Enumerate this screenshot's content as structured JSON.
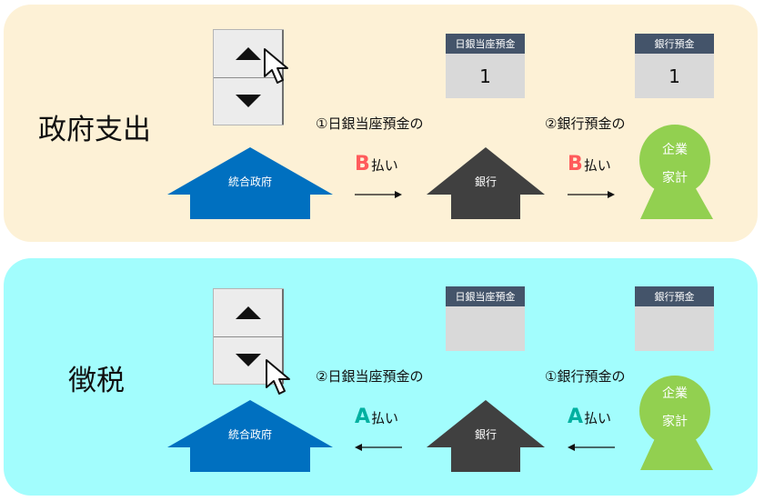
{
  "colors": {
    "payA": "#00b0a0",
    "payB": "#ff5b5b",
    "govt": "#0070c0",
    "bank": "#404040",
    "household": "#92d050"
  },
  "top": {
    "title": "政府支出",
    "boj_account": {
      "header": "日銀当座預金",
      "value": "1"
    },
    "bank_account": {
      "header": "銀行預金",
      "value": "1"
    },
    "step1_label": "①日銀当座預金の",
    "step2_label": "②銀行預金の",
    "pay_letter": "B",
    "pay_text": "払い",
    "government": "統合政府",
    "bank": "銀行",
    "household_line1": "企業",
    "household_line2": "家計"
  },
  "bottom": {
    "title": "徴税",
    "boj_account": {
      "header": "日銀当座預金",
      "value": ""
    },
    "bank_account": {
      "header": "銀行預金",
      "value": ""
    },
    "step1_label": "②日銀当座預金の",
    "step2_label": "①銀行預金の",
    "pay_letter": "A",
    "pay_text": "払い",
    "government": "統合政府",
    "bank": "銀行",
    "household_line1": "企業",
    "household_line2": "家計"
  }
}
